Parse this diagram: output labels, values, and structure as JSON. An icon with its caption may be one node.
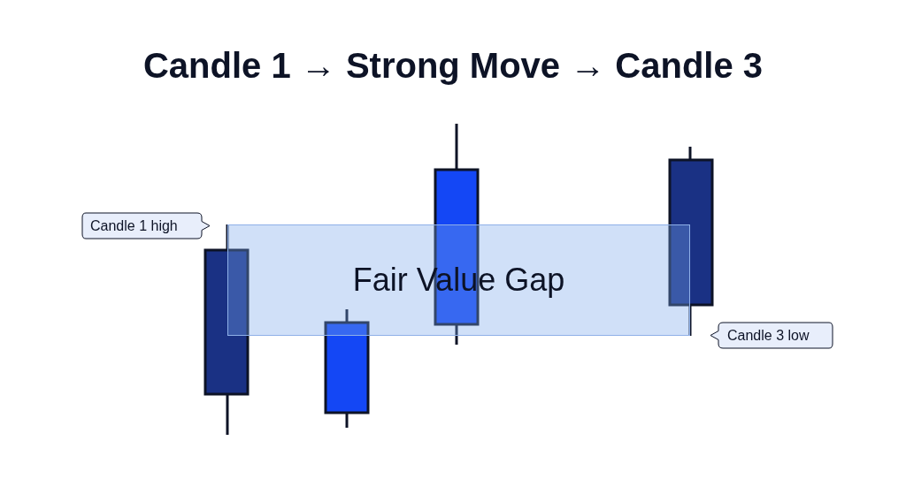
{
  "diagram": {
    "title": "Candle 1 → Strong Move → Candle 3",
    "nodes": [
      {
        "text": [
          "Candle 1 high"
        ]
      },
      {
        "text": [
          "Fair Value Gap"
        ]
      },
      {
        "text": [
          "Candle 3 low"
        ]
      }
    ]
  }
}
